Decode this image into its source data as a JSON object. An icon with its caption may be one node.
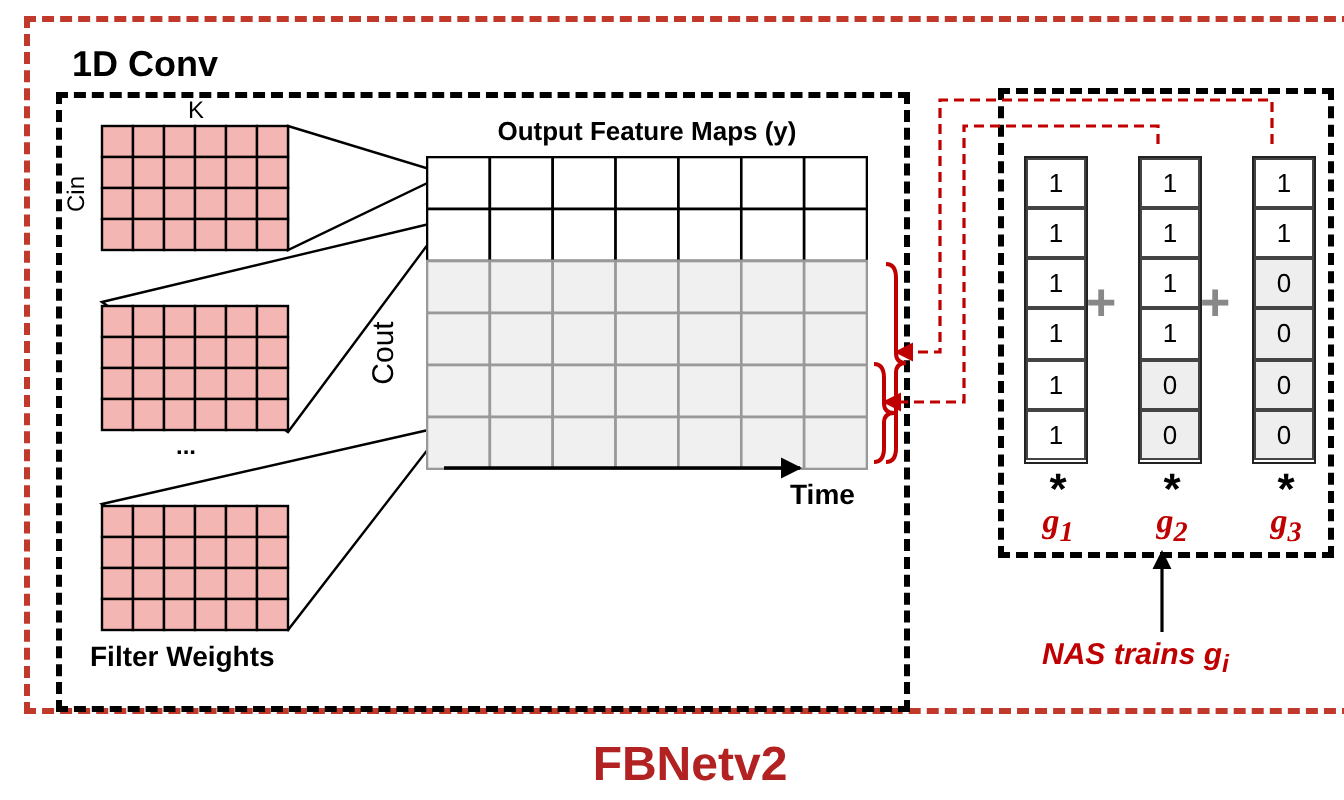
{
  "diagram": {
    "nodes": [
      {
        "text": [
          "FBNetv2"
        ]
      },
      {
        "text": [
          "1D Conv"
        ],
        "in": 0
      },
      {
        "text": [
          "Output Feature Maps (y)"
        ],
        "in": 1
      },
      {
        "text": [],
        "shape": "bracket",
        "in": 1
      },
      {
        "text": [],
        "shape": "bracket",
        "in": 1
      },
      {
        "text": [],
        "shape": "box",
        "in": 0
      },
      {
        "text": [
          "1",
          "1",
          "1",
          "1",
          "1",
          "1"
        ],
        "beside": [
          "*",
          "g$_{1}$"
        ],
        "in": 5
      },
      {
        "text": [
          "1",
          "1",
          "1",
          "1",
          "0",
          "0"
        ],
        "beside": [
          "*",
          "g$_{2}$"
        ],
        "in": 5
      },
      {
        "text": [
          "1",
          "1",
          "0",
          "0",
          "0",
          "0"
        ],
        "beside": [
          "*",
          "g$_{3}$"
        ],
        "in": 5
      },
      {
        "text": [
          "NAS trains g$_{i}$"
        ],
        "in": 0
      }
    ],
    "edges": [
      {
        "from": 8,
        "to": 3,
        "arrow": "to",
        "style": "dashed",
        "color": "#c00000"
      },
      {
        "from": 7,
        "to": 4,
        "arrow": "to",
        "style": "dashed",
        "color": "#c00000"
      },
      {
        "from": 9,
        "to": 5,
        "arrow": "to",
        "color": "#000000"
      }
    ],
    "labels": [
      "K",
      "Cin",
      "...",
      "Filter Weights",
      "Cout",
      "Time",
      "+",
      "+"
    ]
  }
}
